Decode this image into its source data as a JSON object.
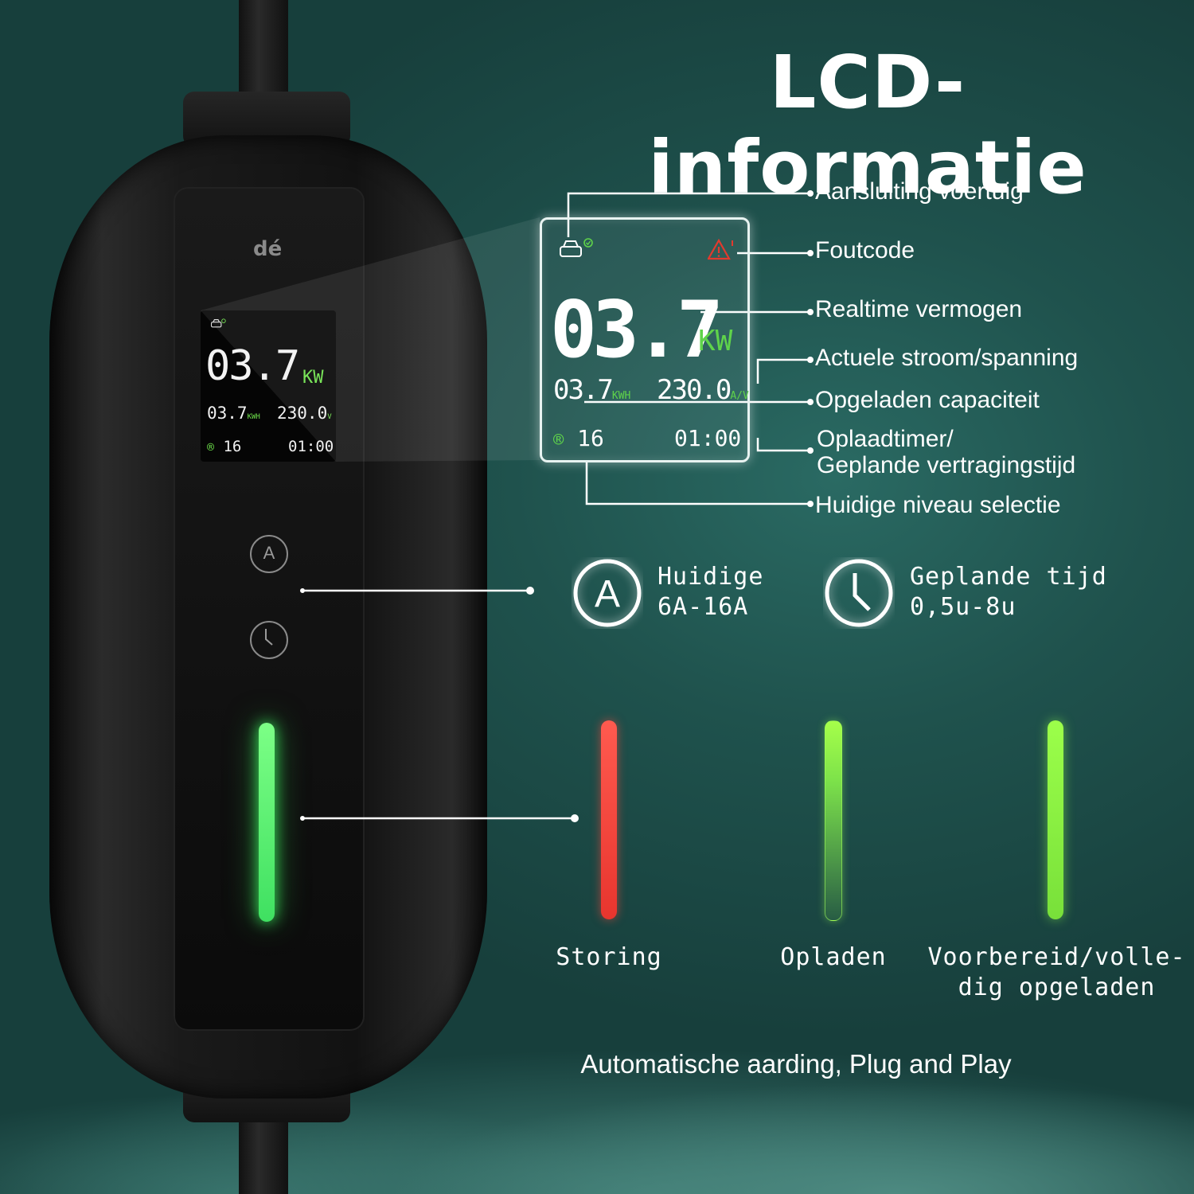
{
  "title": "LCD-informatie",
  "device": {
    "logo": "dé",
    "lcd": {
      "power": "03.7",
      "power_unit": "KW",
      "energy": "03.7",
      "energy_unit": "KWH",
      "voltage": "230.0",
      "voltage_unit": "V",
      "level_icon": "®",
      "level": "16",
      "timer": "01:00"
    },
    "button_current_label": "A",
    "led_color": "#3fe061"
  },
  "zoom_lcd": {
    "power": "03.7",
    "power_unit": "KW",
    "energy": "03.7",
    "energy_unit": "KWH",
    "voltage": "230.0",
    "voltage_unit": "A/V",
    "level_icon": "®",
    "level": "16",
    "timer": "01:00",
    "icons": [
      "car-connected-icon",
      "warning-icon"
    ]
  },
  "callouts": [
    "Aansluiting voertuig",
    "Foutcode",
    "Realtime vermogen",
    "Actuele stroom/spanning",
    "Opgeladen capaciteit",
    "Oplaadtimer/",
    "Geplande vertragingstijd",
    "Huidige niveau selectie"
  ],
  "features": {
    "current": {
      "line1": "Huidige",
      "line2": "6A-16A",
      "icon": "a-circle-icon"
    },
    "time": {
      "line1": "Geplande tijd",
      "line2": "0,5u-8u",
      "icon": "clock-icon"
    }
  },
  "led_states": [
    {
      "label_line1": "Storing",
      "label_line2": "",
      "color": "#e8352e"
    },
    {
      "label_line1": "Opladen",
      "label_line2": "",
      "color": "#7de24a"
    },
    {
      "label_line1": "Voorbereid/volle-",
      "label_line2": "dig opgeladen",
      "color": "#78e03a"
    }
  ],
  "footer": "Automatische aarding, Plug and Play"
}
